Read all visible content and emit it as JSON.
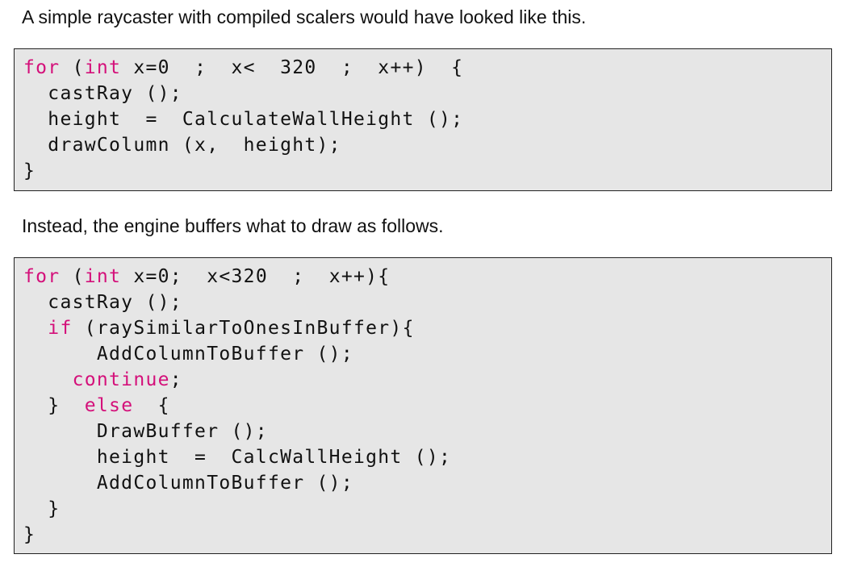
{
  "intro_text": "A simple raycaster with compiled scalers would have looked like this.",
  "middle_text": "Instead, the engine buffers what to draw as follows.",
  "code_blocks": [
    {
      "lines": [
        [
          {
            "t": "for",
            "k": true
          },
          {
            "t": " ("
          },
          {
            "t": "int",
            "k": true
          },
          {
            "t": " x=0  ;  x<  320  ;  x++)  {"
          }
        ],
        [
          {
            "t": "  castRay ();"
          }
        ],
        [
          {
            "t": "  height  =  CalculateWallHeight ();"
          }
        ],
        [
          {
            "t": "  drawColumn (x,  height);"
          }
        ],
        [
          {
            "t": "}"
          }
        ]
      ]
    },
    {
      "lines": [
        [
          {
            "t": "for",
            "k": true
          },
          {
            "t": " ("
          },
          {
            "t": "int",
            "k": true
          },
          {
            "t": " x=0;  x<320  ;  x++){"
          }
        ],
        [
          {
            "t": "  castRay ();"
          }
        ],
        [
          {
            "t": "  "
          },
          {
            "t": "if",
            "k": true
          },
          {
            "t": " (raySimilarToOnesInBuffer){"
          }
        ],
        [
          {
            "t": "      AddColumnToBuffer ();"
          }
        ],
        [
          {
            "t": "    "
          },
          {
            "t": "continue",
            "k": true
          },
          {
            "t": ";"
          }
        ],
        [
          {
            "t": "  }  "
          },
          {
            "t": "else",
            "k": true
          },
          {
            "t": "  {"
          }
        ],
        [
          {
            "t": "      DrawBuffer ();"
          }
        ],
        [
          {
            "t": "      height  =  CalcWallHeight ();"
          }
        ],
        [
          {
            "t": "      AddColumnToBuffer ();"
          }
        ],
        [
          {
            "t": "  }"
          }
        ],
        [
          {
            "t": "}"
          }
        ]
      ]
    }
  ]
}
